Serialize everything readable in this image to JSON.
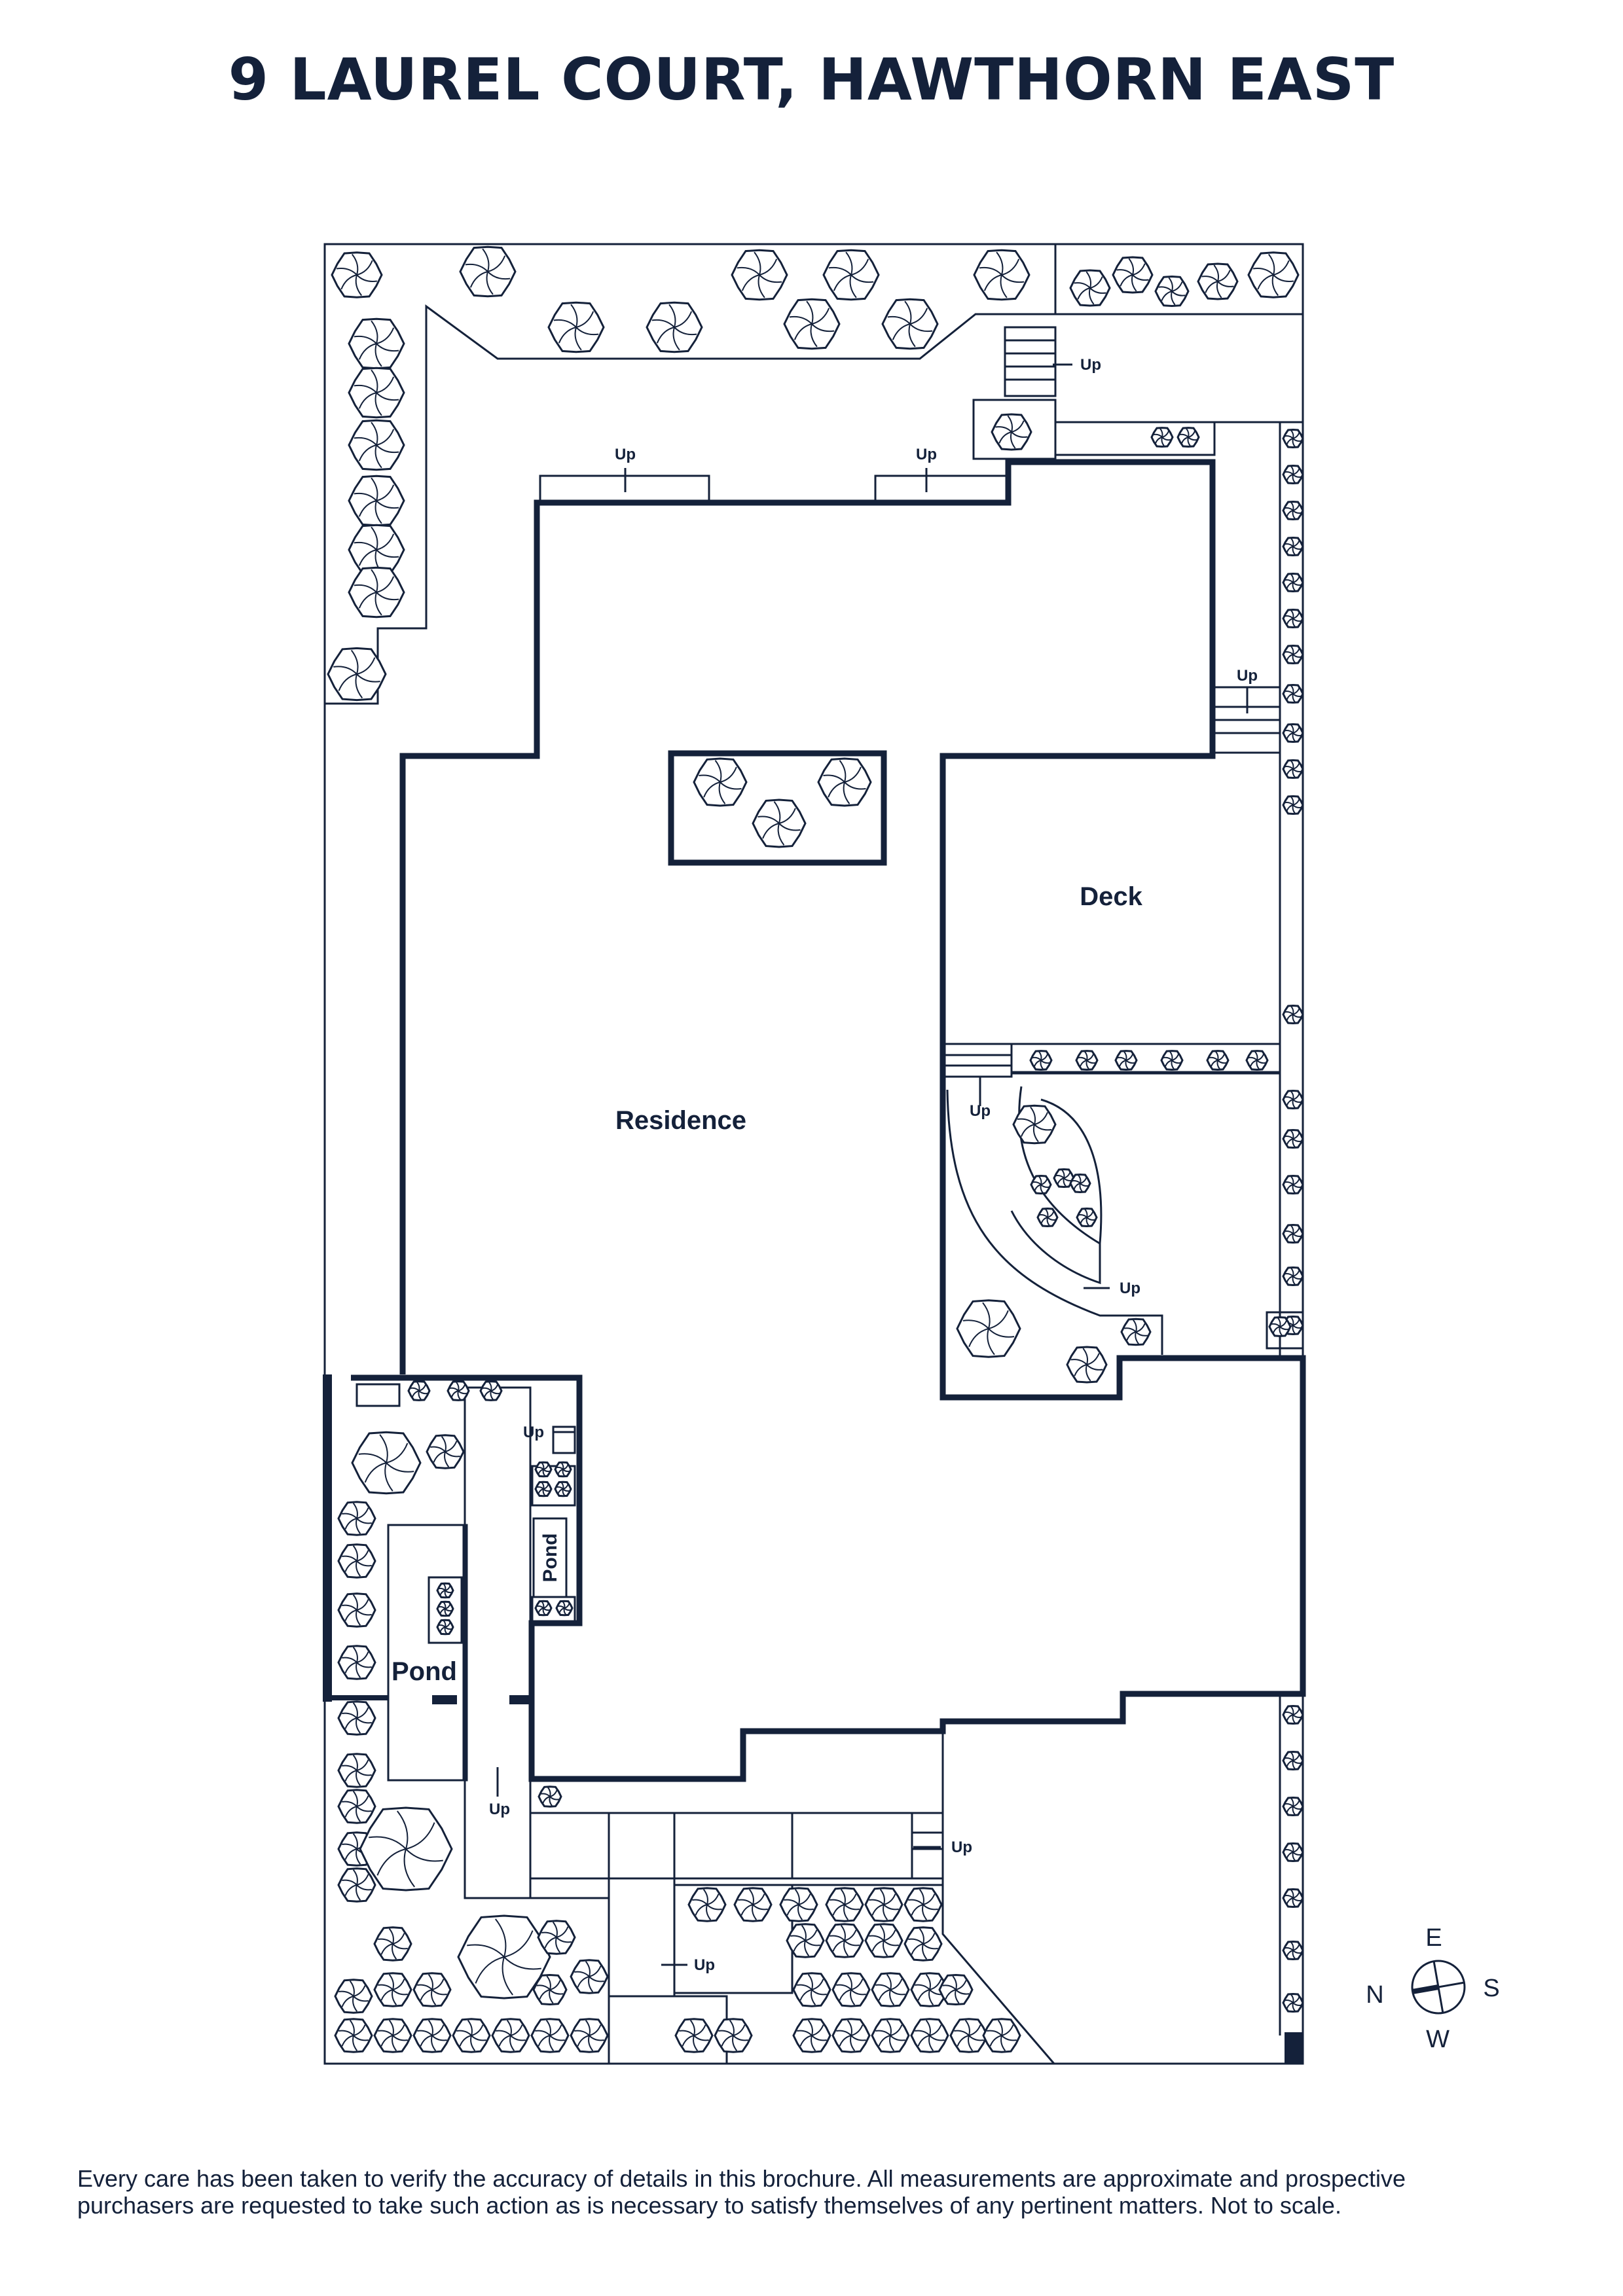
{
  "title": "9 LAUREL COURT, HAWTHORN EAST",
  "labels": {
    "residence": "Residence",
    "deck": "Deck",
    "pond_upper": "Pond",
    "pond_lower": "Pond",
    "up": "Up"
  },
  "compass": {
    "n": "N",
    "e": "E",
    "s": "S",
    "w": "W"
  },
  "disclaimer": {
    "line1": "Every care has been taken to verify the accuracy of details in this brochure. All measurements are approximate and prospective",
    "line2": "purchasers are requested to take such action as is necessary to satisfy themselves of any pertinent matters. Not to scale."
  },
  "colors": {
    "ink": "#14213a",
    "background": "#ffffff"
  }
}
